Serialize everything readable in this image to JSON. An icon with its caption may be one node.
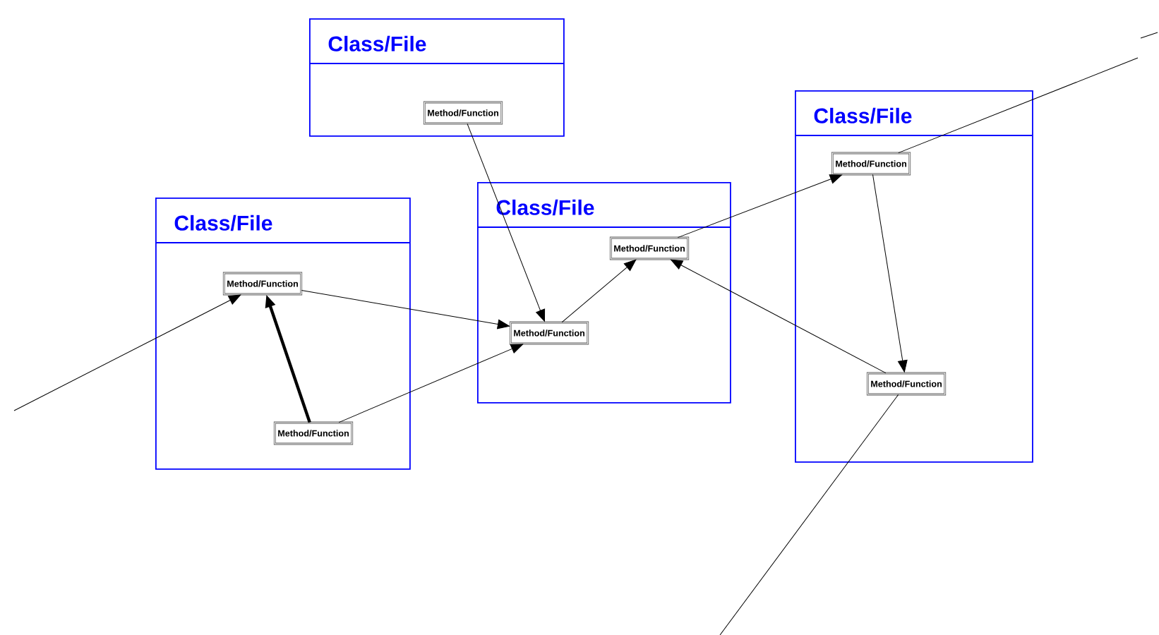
{
  "diagram": {
    "nodes": [
      {
        "text": [
          "Class/File"
        ]
      },
      {
        "text": [
          "Method/Function"
        ],
        "in": 0
      },
      {
        "text": [
          "Method/Function"
        ],
        "in": 0
      },
      {
        "text": [
          "Class/File"
        ]
      },
      {
        "text": [
          "Method/Function"
        ],
        "in": 3
      },
      {
        "text": [
          "Class/File"
        ]
      },
      {
        "text": [
          "Method/Function"
        ],
        "in": 5
      },
      {
        "text": [
          "Method/Function"
        ],
        "in": 5
      },
      {
        "text": [
          "Class/File"
        ]
      },
      {
        "text": [
          "Method/Function"
        ],
        "in": 8
      },
      {
        "text": [
          "Method/Function"
        ],
        "in": 8
      }
    ],
    "edges": [
      {
        "from": null,
        "to": 1,
        "arrow": "to"
      },
      {
        "from": 2,
        "to": 1,
        "arrow": "to",
        "style": "thick"
      },
      {
        "from": 1,
        "to": 7,
        "arrow": "to"
      },
      {
        "from": 2,
        "to": 7,
        "arrow": "to"
      },
      {
        "from": 4,
        "to": 7,
        "arrow": "to"
      },
      {
        "from": 7,
        "to": 6,
        "arrow": "to"
      },
      {
        "from": 6,
        "to": 9,
        "arrow": "to"
      },
      {
        "from": 10,
        "to": 6,
        "arrow": "to"
      },
      {
        "from": 9,
        "to": 10,
        "arrow": "to"
      },
      {
        "from": null,
        "to": 9,
        "arrow": "none"
      },
      {
        "from": 10,
        "to": null,
        "arrow": "none"
      }
    ]
  }
}
